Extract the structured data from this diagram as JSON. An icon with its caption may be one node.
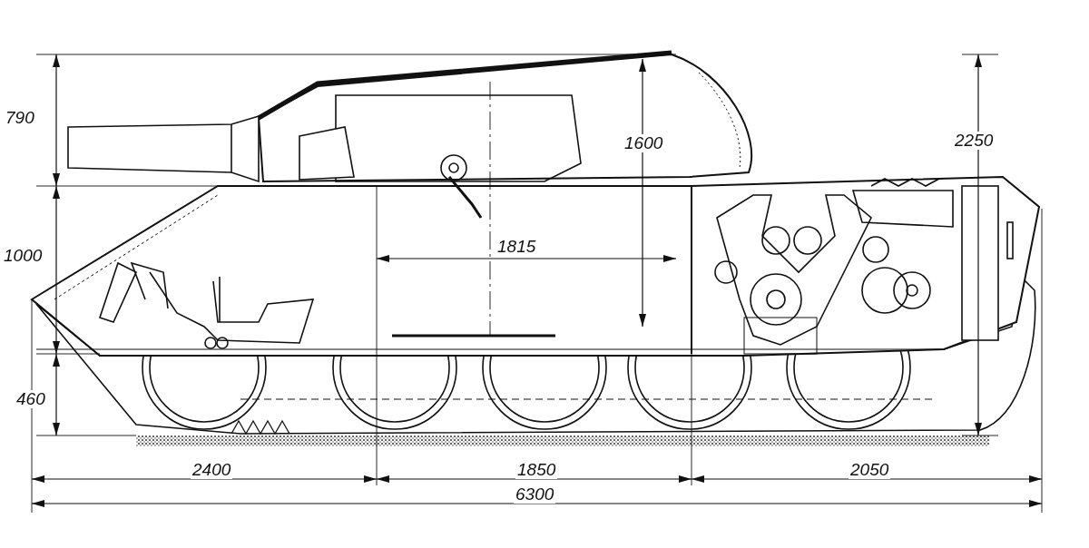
{
  "diagram": {
    "labels": [
      "790",
      "2250",
      "1600",
      "1815",
      "1000",
      "460",
      "2400",
      "1850",
      "2050",
      "6300"
    ]
  }
}
